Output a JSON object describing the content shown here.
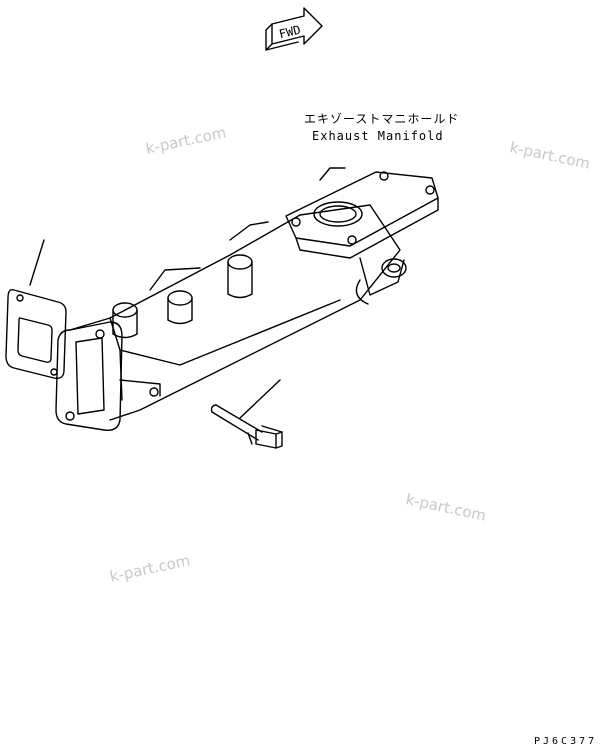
{
  "labels": {
    "part_name_jp": "エキゾーストマニホールド",
    "part_name_en": "Exhaust Manifold",
    "forward_arrow": "FWD",
    "drawing_code": "PJ6C377"
  },
  "watermarks": [
    "k-part.com",
    "k-part.com",
    "k-part.com",
    "k-part.com"
  ]
}
